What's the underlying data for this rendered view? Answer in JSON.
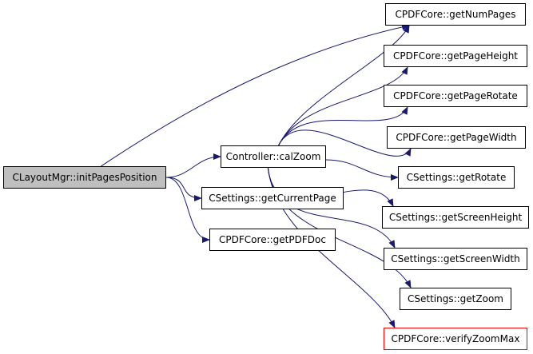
{
  "colors": {
    "edge": "#191970",
    "root_fill": "#bfbfbf",
    "node_border": "#000000",
    "highlight_border": "#ff0000"
  },
  "nodes": {
    "root": "CLayoutMgr::initPagesPosition",
    "calzoom": "Controller::calZoom",
    "getcurrentpage": "CSettings::getCurrentPage",
    "getpdfdoc": "CPDFCore::getPDFDoc",
    "getnumpages": "CPDFCore::getNumPages",
    "getpageheight": "CPDFCore::getPageHeight",
    "getpagerotate": "CPDFCore::getPageRotate",
    "getpagewidth": "CPDFCore::getPageWidth",
    "getrotate": "CSettings::getRotate",
    "getscreenheight": "CSettings::getScreenHeight",
    "getscreenwidth": "CSettings::getScreenWidth",
    "getzoom": "CSettings::getZoom",
    "verifyzoommax": "CPDFCore::verifyZoomMax"
  },
  "edges": [
    [
      "root",
      "getnumpages"
    ],
    [
      "root",
      "calzoom"
    ],
    [
      "root",
      "getcurrentpage"
    ],
    [
      "root",
      "getpdfdoc"
    ],
    [
      "calzoom",
      "getnumpages"
    ],
    [
      "calzoom",
      "getpageheight"
    ],
    [
      "calzoom",
      "getpagerotate"
    ],
    [
      "calzoom",
      "getpagewidth"
    ],
    [
      "calzoom",
      "getrotate"
    ],
    [
      "calzoom",
      "getscreenheight"
    ],
    [
      "calzoom",
      "getscreenwidth"
    ],
    [
      "calzoom",
      "getzoom"
    ],
    [
      "calzoom",
      "verifyzoommax"
    ]
  ]
}
